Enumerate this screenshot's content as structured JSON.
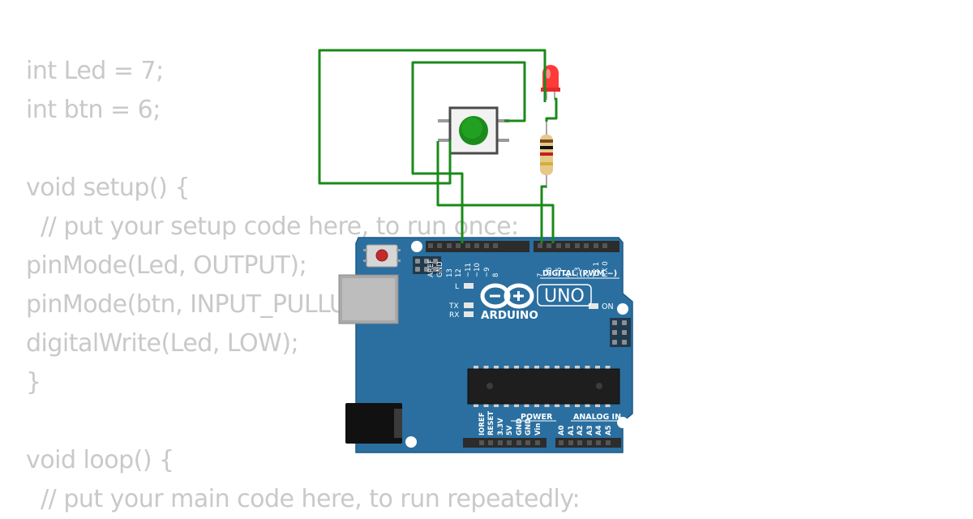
{
  "code_lines": [
    "int Led = 7;",
    "int btn = 6;",
    "",
    "void setup() {",
    "  // put your setup code here, to run once:",
    "pinMode(Led, OUTPUT);",
    "pinMode(btn, INPUT_PULLUP);",
    "digitalWrite(Led, LOW);",
    "}",
    "",
    "void loop() {",
    "  // put your main code here, to run repeatedly:"
  ],
  "board": {
    "brand": "ARDUINO",
    "model": "UNO",
    "digital_label": "DIGITAL (PWM ~)",
    "power_label": "POWER",
    "analog_label": "ANALOG IN",
    "led_l": "L",
    "led_tx": "TX",
    "led_rx": "RX",
    "led_on": "ON",
    "digital_pins": [
      "AREF",
      "GND",
      "13",
      "12",
      "~11",
      "~10",
      "~9",
      "8",
      "7",
      "~6",
      "~5",
      "4",
      "~3",
      "2",
      "TX 1",
      "RX 0"
    ],
    "power_pins": [
      "IOREF",
      "RESET",
      "3.3V",
      "5V",
      "GND",
      "GND",
      "Vin"
    ],
    "analog_pins": [
      "A0",
      "A1",
      "A2",
      "A3",
      "A4",
      "A5"
    ]
  },
  "colors": {
    "wire": "#1a8a1a",
    "board": "#2a6fa0",
    "code_text": "#c9c9c9",
    "button_cap": "#1b8c1b",
    "led": "#ff3a3a"
  },
  "components": {
    "led": "red-led",
    "button": "pushbutton",
    "resistor": "resistor"
  }
}
